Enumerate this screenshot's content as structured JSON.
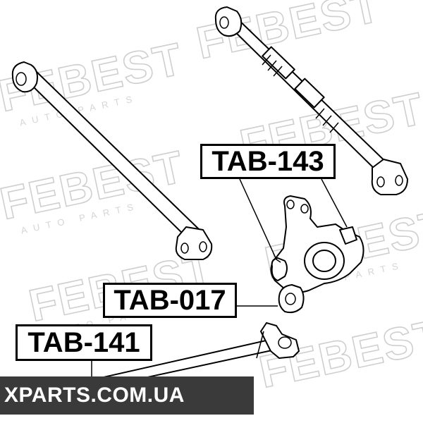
{
  "watermark": {
    "brand": "FEBEST",
    "sub": "AUTO PARTS"
  },
  "labels": {
    "tab_143": "TAB-143",
    "tab_017": "TAB-017",
    "tab_141": "TAB-141"
  },
  "footer": {
    "site": "XPARTS.COM.UA"
  }
}
